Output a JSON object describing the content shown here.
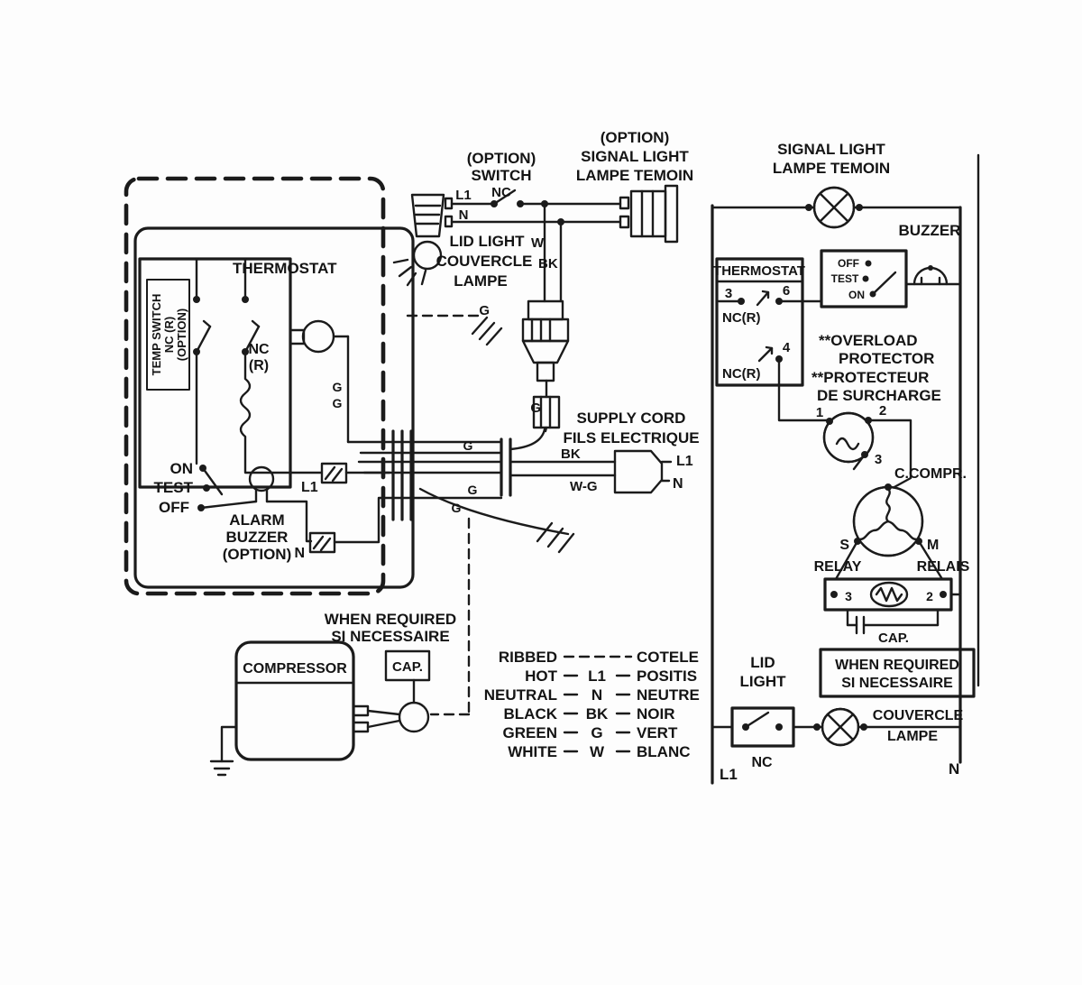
{
  "left": {
    "thermostat_label": "THERMOSTAT",
    "temp_switch_lines": [
      "TEMP SWITCH",
      "NC (R)",
      "(OPTION)"
    ],
    "nc_lines": [
      "NC",
      "(R)"
    ],
    "on": "ON",
    "test": "TEST",
    "off": "OFF",
    "alarm_lines": [
      "ALARM",
      "BUZZER",
      "(OPTION)"
    ],
    "l1": "L1",
    "n": "N",
    "g1": "G",
    "g2": "G"
  },
  "lid_switch": {
    "option": "(OPTION)",
    "switch": "SWITCH",
    "nc": "NC",
    "l1": "L1",
    "n": "N"
  },
  "lid_light": {
    "lines": [
      "LID LIGHT",
      "COUVERCLE",
      "LAMPE"
    ],
    "w": "W",
    "bk": "BK",
    "g": "G"
  },
  "signal_light_top": {
    "lines": [
      "(OPTION)",
      "SIGNAL LIGHT",
      "LAMPE TEMOIN"
    ]
  },
  "supply": {
    "lines": [
      "SUPPLY CORD",
      "FILS ELECTRIQUE"
    ],
    "bk": "BK",
    "wg": "W-G",
    "g1": "G",
    "g2": "G",
    "g3": "G",
    "g4": "G",
    "l1": "L1",
    "n": "N"
  },
  "compressor": {
    "label": "COMPRESSOR",
    "when_required": [
      "WHEN REQUIRED",
      "SI NECESSAIRE"
    ],
    "cap": "CAP."
  },
  "legend": {
    "rows": [
      {
        "en": "RIBBED",
        "code": "",
        "fr": "COTELE"
      },
      {
        "en": "HOT",
        "code": "L1",
        "fr": "POSITIS"
      },
      {
        "en": "NEUTRAL",
        "code": "N",
        "fr": "NEUTRE"
      },
      {
        "en": "BLACK",
        "code": "BK",
        "fr": "NOIR"
      },
      {
        "en": "GREEN",
        "code": "G",
        "fr": "VERT"
      },
      {
        "en": "WHITE",
        "code": "W",
        "fr": "BLANC"
      }
    ]
  },
  "ladder": {
    "signal_light": [
      "SIGNAL LIGHT",
      "LAMPE TEMOIN"
    ],
    "buzzer": "BUZZER",
    "thermostat": "THERMOSTAT",
    "term3": "3",
    "term6": "6",
    "term4": "4",
    "nc_r_top": "NC(R)",
    "nc_r_bottom": "NC(R)",
    "sw_off": "OFF",
    "sw_test": "TEST",
    "sw_on": "ON",
    "overload": [
      "**OVERLOAD",
      "PROTECTOR",
      "**PROTECTEUR",
      "DE SURCHARGE"
    ],
    "op1": "1",
    "op2": "2",
    "op3": "3",
    "c_compr": "C.COMPR.",
    "s": "S",
    "m": "M",
    "relay": "RELAY",
    "relais": "RELAIS",
    "relay3": "3",
    "relay2": "2",
    "cap": "CAP.",
    "when_required": [
      "WHEN REQUIRED",
      "SI NECESSAIRE"
    ],
    "lid_light": [
      "LID",
      "LIGHT"
    ],
    "nc": "NC",
    "couvercle": [
      "COUVERCLE",
      "LAMPE"
    ],
    "l1": "L1",
    "n": "N"
  }
}
